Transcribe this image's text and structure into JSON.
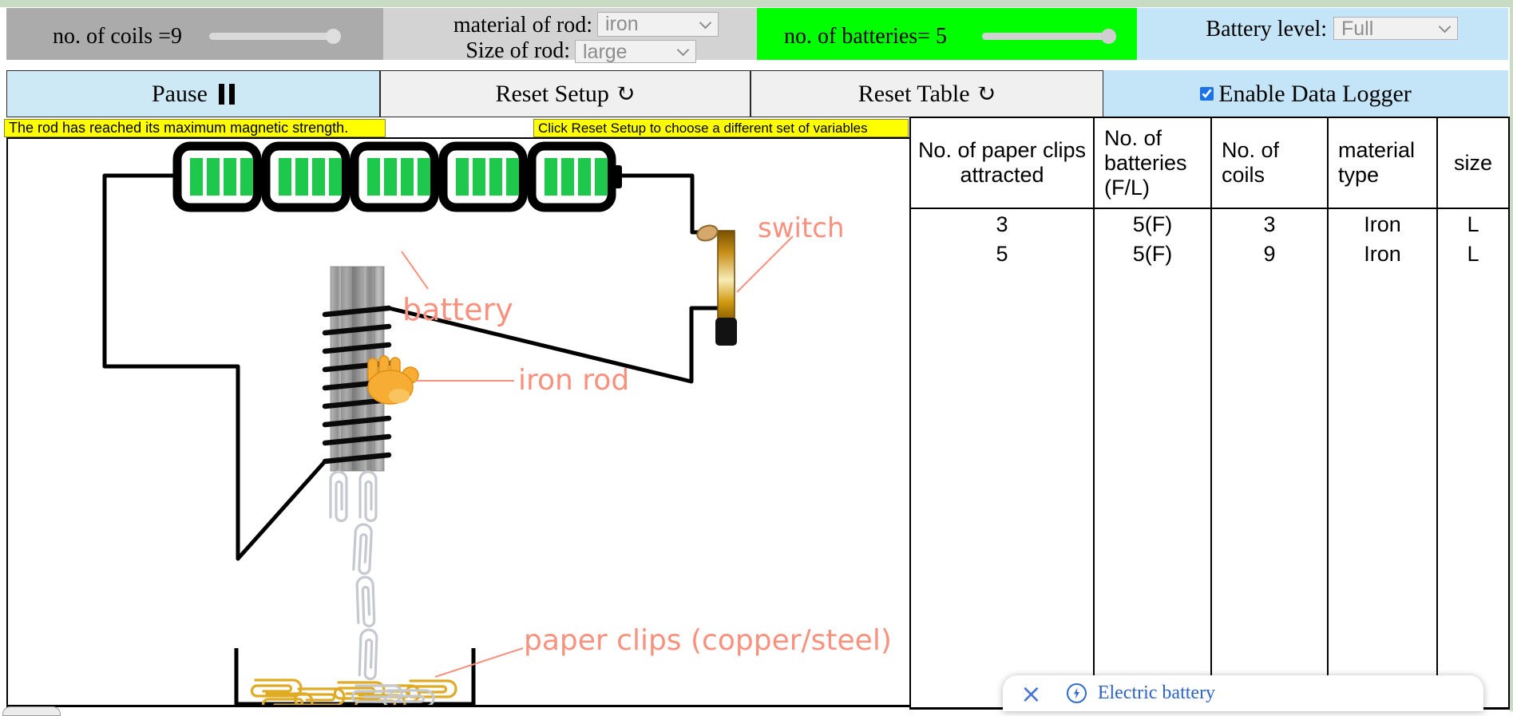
{
  "controls": {
    "coils_label": "no. of coils =9",
    "material_label": "material of rod:",
    "material_value": "iron",
    "size_label": "Size of rod:",
    "size_value": "large",
    "batteries_label": "no. of batteries= 5",
    "battery_level_label": "Battery level:",
    "battery_level_value": "Full"
  },
  "buttons": {
    "pause": "Pause",
    "reset_setup": "Reset Setup ↻",
    "reset_table": "Reset Table ↻",
    "data_logger": "Enable Data Logger"
  },
  "notices": {
    "rod_max": "The rod has reached its maximum magnetic strength.",
    "choose_vars": "Click Reset Setup to choose a different set of variables"
  },
  "diagram_labels": {
    "battery": "battery",
    "switch": "switch",
    "iron_rod": "iron rod",
    "paper_clips": "paper clips (copper/steel)"
  },
  "table": {
    "headers": [
      "No. of paper clips attracted",
      "No. of batteries (F/L)",
      "No. of coils",
      "material type",
      "size"
    ],
    "rows": [
      [
        "3",
        "5(F)",
        "3",
        "Iron",
        "L"
      ],
      [
        "5",
        "5(F)",
        "9",
        "Iron",
        "L"
      ]
    ]
  },
  "popup": {
    "close": "×",
    "title": "Electric battery"
  },
  "colors": {
    "batteries_panel": "#00ff00",
    "coils_panel": "#ababab",
    "rod_panel": "#d3d3d3",
    "blue_panel": "#c4e5f7",
    "notice_yellow": "#ffff00",
    "diagram_label_salmon": "#f8917d",
    "battery_bar_green": "#1ec84b",
    "popup_blue": "#2c63c4"
  }
}
